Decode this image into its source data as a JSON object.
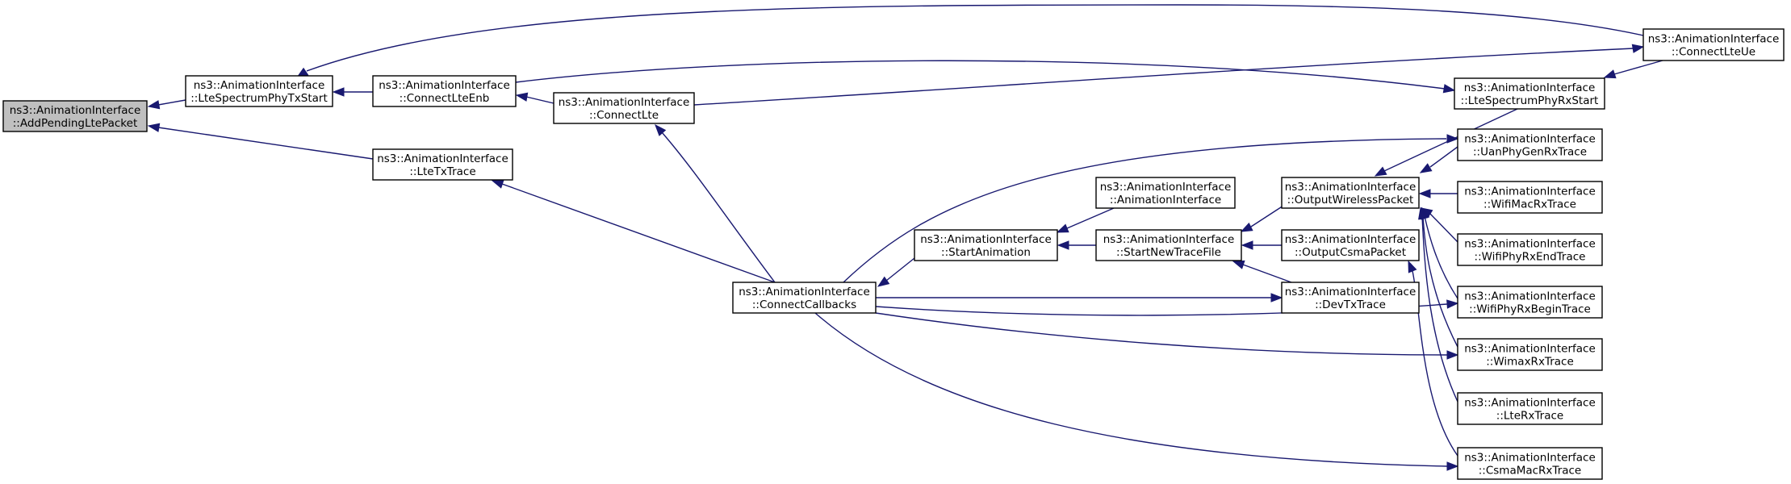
{
  "colors": {
    "edge": "#191970",
    "node_border": "#000000",
    "highlight_fill": "#bfbfbf",
    "background": "#ffffff"
  },
  "nodes": [
    {
      "id": "add_pending",
      "line1": "ns3::AnimationInterface",
      "line2": "::AddPendingLtePacket",
      "highlight": true
    },
    {
      "id": "lte_spec_tx",
      "line1": "ns3::AnimationInterface",
      "line2": "::LteSpectrumPhyTxStart"
    },
    {
      "id": "lte_tx",
      "line1": "ns3::AnimationInterface",
      "line2": "::LteTxTrace"
    },
    {
      "id": "connect_lte_enb",
      "line1": "ns3::AnimationInterface",
      "line2": "::ConnectLteEnb"
    },
    {
      "id": "connect_lte",
      "line1": "ns3::AnimationInterface",
      "line2": "::ConnectLte"
    },
    {
      "id": "connect_callbacks",
      "line1": "ns3::AnimationInterface",
      "line2": "::ConnectCallbacks"
    },
    {
      "id": "start_animation",
      "line1": "ns3::AnimationInterface",
      "line2": "::StartAnimation"
    },
    {
      "id": "animation_interface",
      "line1": "ns3::AnimationInterface",
      "line2": "::AnimationInterface"
    },
    {
      "id": "start_new_trace",
      "line1": "ns3::AnimationInterface",
      "line2": "::StartNewTraceFile"
    },
    {
      "id": "output_wireless",
      "line1": "ns3::AnimationInterface",
      "line2": "::OutputWirelessPacket"
    },
    {
      "id": "output_csma",
      "line1": "ns3::AnimationInterface",
      "line2": "::OutputCsmaPacket"
    },
    {
      "id": "dev_tx",
      "line1": "ns3::AnimationInterface",
      "line2": "::DevTxTrace"
    },
    {
      "id": "connect_lte_ue",
      "line1": "ns3::AnimationInterface",
      "line2": "::ConnectLteUe"
    },
    {
      "id": "lte_spec_rx",
      "line1": "ns3::AnimationInterface",
      "line2": "::LteSpectrumPhyRxStart"
    },
    {
      "id": "uan_rx",
      "line1": "ns3::AnimationInterface",
      "line2": "::UanPhyGenRxTrace"
    },
    {
      "id": "wifi_mac_rx",
      "line1": "ns3::AnimationInterface",
      "line2": "::WifiMacRxTrace"
    },
    {
      "id": "wifi_phy_rx_end",
      "line1": "ns3::AnimationInterface",
      "line2": "::WifiPhyRxEndTrace"
    },
    {
      "id": "wifi_phy_rx_begin",
      "line1": "ns3::AnimationInterface",
      "line2": "::WifiPhyRxBeginTrace"
    },
    {
      "id": "wimax_rx",
      "line1": "ns3::AnimationInterface",
      "line2": "::WimaxRxTrace"
    },
    {
      "id": "lte_rx",
      "line1": "ns3::AnimationInterface",
      "line2": "::LteRxTrace"
    },
    {
      "id": "csma_mac_rx",
      "line1": "ns3::AnimationInterface",
      "line2": "::CsmaMacRxTrace"
    }
  ],
  "edges": [
    {
      "from": "lte_spec_tx",
      "to": "add_pending"
    },
    {
      "from": "lte_tx",
      "to": "add_pending"
    },
    {
      "from": "connect_lte_enb",
      "to": "lte_spec_tx"
    },
    {
      "from": "connect_lte_ue",
      "to": "lte_spec_tx"
    },
    {
      "from": "connect_lte",
      "to": "connect_lte_enb"
    },
    {
      "from": "connect_callbacks",
      "to": "lte_tx"
    },
    {
      "from": "connect_callbacks",
      "to": "connect_lte"
    },
    {
      "from": "connect_lte_enb",
      "to": "lte_spec_rx"
    },
    {
      "from": "connect_lte",
      "to": "connect_lte_ue"
    },
    {
      "from": "connect_lte_ue",
      "to": "lte_spec_rx"
    },
    {
      "from": "start_animation",
      "to": "connect_callbacks"
    },
    {
      "from": "animation_interface",
      "to": "start_animation"
    },
    {
      "from": "start_new_trace",
      "to": "start_animation"
    },
    {
      "from": "output_wireless",
      "to": "start_new_trace"
    },
    {
      "from": "output_csma",
      "to": "start_new_trace"
    },
    {
      "from": "dev_tx",
      "to": "start_new_trace"
    },
    {
      "from": "connect_callbacks",
      "to": "dev_tx"
    },
    {
      "from": "connect_callbacks",
      "to": "uan_rx"
    },
    {
      "from": "connect_callbacks",
      "to": "wifi_phy_rx_begin"
    },
    {
      "from": "connect_callbacks",
      "to": "wimax_rx"
    },
    {
      "from": "connect_callbacks",
      "to": "csma_mac_rx"
    },
    {
      "from": "lte_spec_rx",
      "to": "output_wireless"
    },
    {
      "from": "uan_rx",
      "to": "output_wireless"
    },
    {
      "from": "wifi_mac_rx",
      "to": "output_wireless"
    },
    {
      "from": "wifi_phy_rx_end",
      "to": "output_wireless"
    },
    {
      "from": "wifi_phy_rx_begin",
      "to": "output_wireless"
    },
    {
      "from": "wimax_rx",
      "to": "output_wireless"
    },
    {
      "from": "lte_rx",
      "to": "output_wireless"
    },
    {
      "from": "csma_mac_rx",
      "to": "output_csma"
    }
  ]
}
